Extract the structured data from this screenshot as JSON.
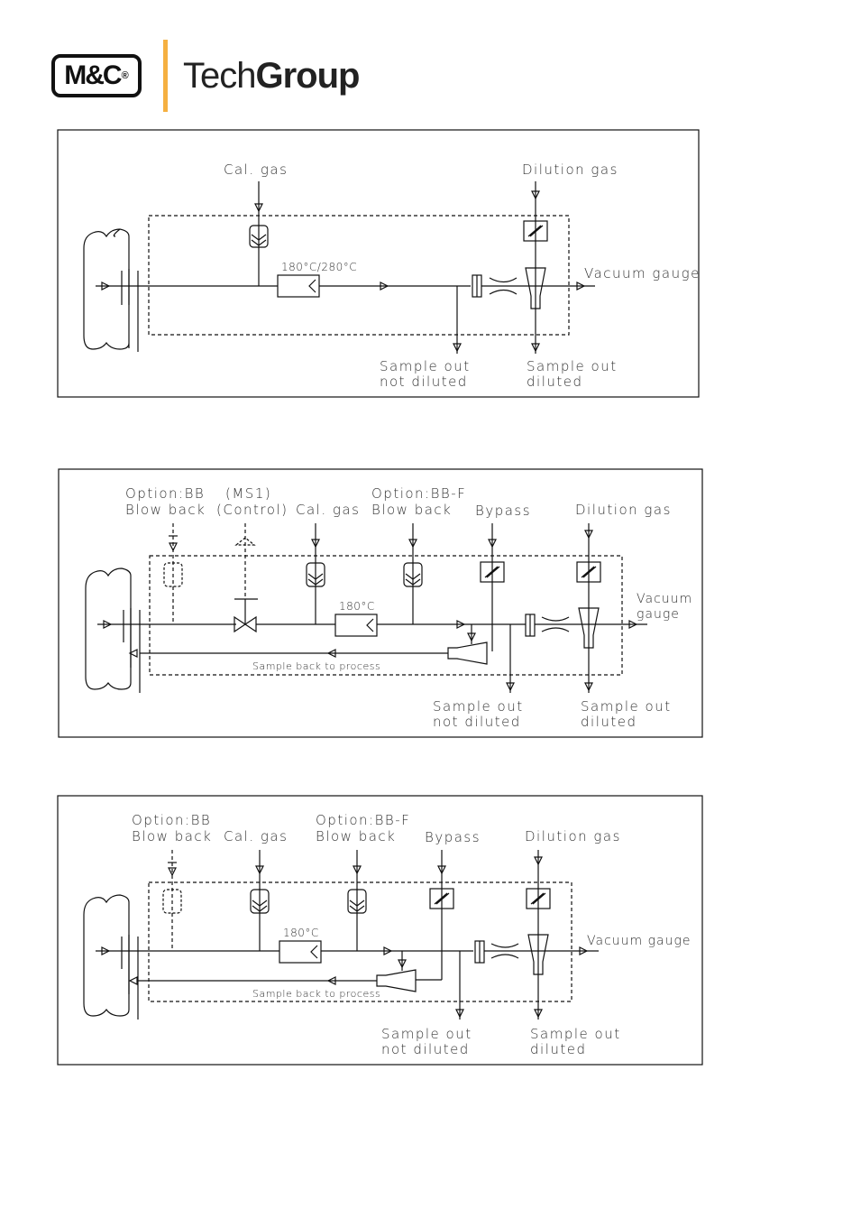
{
  "logo": {
    "mark": "M&C",
    "registered": "®",
    "brand_light": "Tech",
    "brand_bold": "Group",
    "accent_color": "#f5b041"
  },
  "diagram1": {
    "cal_gas": "Cal. gas",
    "dilution_gas": "Dilution gas",
    "temperature": "180°C/280°C",
    "vacuum_gauge": "Vacuum gauge",
    "sample_out_not_diluted_1": "Sample out",
    "sample_out_not_diluted_2": "not diluted",
    "sample_out_diluted_1": "Sample out",
    "sample_out_diluted_2": "diluted"
  },
  "diagram2": {
    "option_bb_1": "Option:BB",
    "option_bb_2": "Blow back",
    "ms1_1": "(MS1)",
    "ms1_2": "(Control)",
    "cal_gas": "Cal. gas",
    "option_bbf_1": "Option:BB-F",
    "option_bbf_2": "Blow back",
    "bypass": "Bypass",
    "dilution_gas": "Dilution gas",
    "temperature": "180°C",
    "vacuum_gauge_1": "Vacuum",
    "vacuum_gauge_2": "gauge",
    "sample_back": "Sample back to process",
    "sample_out_not_diluted_1": "Sample out",
    "sample_out_not_diluted_2": "not diluted",
    "sample_out_diluted_1": "Sample out",
    "sample_out_diluted_2": "diluted"
  },
  "diagram3": {
    "option_bb_1": "Option:BB",
    "option_bb_2": "Blow back",
    "cal_gas": "Cal. gas",
    "option_bbf_1": "Option:BB-F",
    "option_bbf_2": "Blow back",
    "bypass": "Bypass",
    "dilution_gas": "Dilution gas",
    "temperature": "180°C",
    "vacuum_gauge": "Vacuum gauge",
    "sample_back": "Sample back to process",
    "sample_out_not_diluted_1": "Sample out",
    "sample_out_not_diluted_2": "not diluted",
    "sample_out_diluted_1": "Sample out",
    "sample_out_diluted_2": "diluted"
  }
}
